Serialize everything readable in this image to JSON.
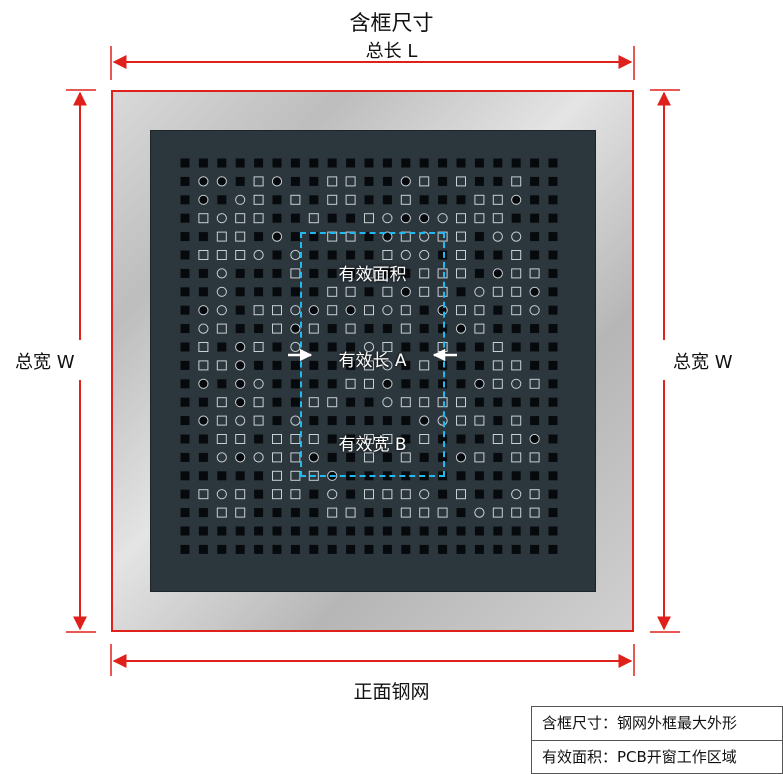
{
  "header": {
    "title": "含框尺寸",
    "length_label": "总长 L"
  },
  "sides": {
    "left_width_label": "总宽 W",
    "right_width_label": "总宽 W"
  },
  "effective_area": {
    "title": "有效面积",
    "length_label": "有效长 A",
    "width_label": "有效宽 B"
  },
  "footer": {
    "label": "正面钢网"
  },
  "legend": {
    "row1": "含框尺寸：钢网外框最大外形",
    "row2": "有效面积：PCB开窗工作区域"
  },
  "colors": {
    "dimension_red": "#e0201b",
    "area_cyan": "#22b8f0",
    "mesh_dark": "#2c363d",
    "frame_silver": "#c8c8c8"
  }
}
